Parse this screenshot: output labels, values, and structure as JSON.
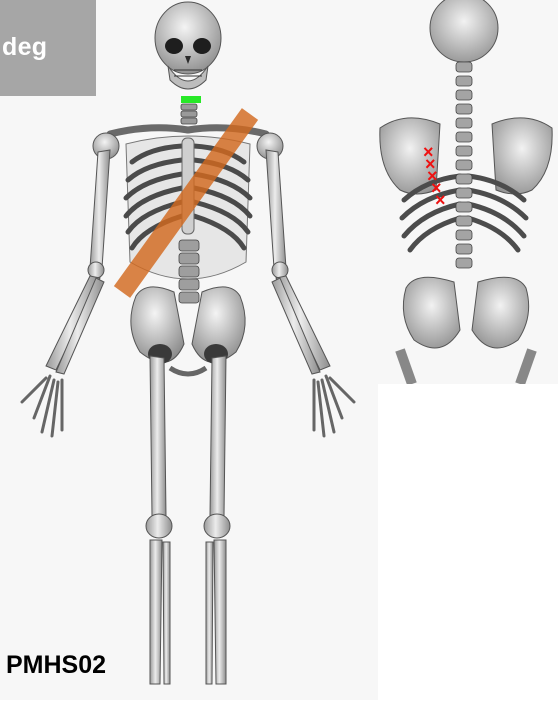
{
  "badge": {
    "text": "deg"
  },
  "subject": {
    "id": "PMHS02"
  },
  "colors": {
    "belt": "#d2691e",
    "neck_marker": "#27e827",
    "injury_marks": "#ee1111",
    "badge_background": "#a6a6a6",
    "bone": "#cfcfcf"
  },
  "views": [
    {
      "name": "front",
      "shows": [
        "skeleton-front",
        "diagonal-belt",
        "neck-marker"
      ]
    },
    {
      "name": "back",
      "shows": [
        "skeleton-back",
        "rib-fracture-marks"
      ]
    }
  ],
  "injury_marks": {
    "symbol": "×",
    "count": 5
  }
}
